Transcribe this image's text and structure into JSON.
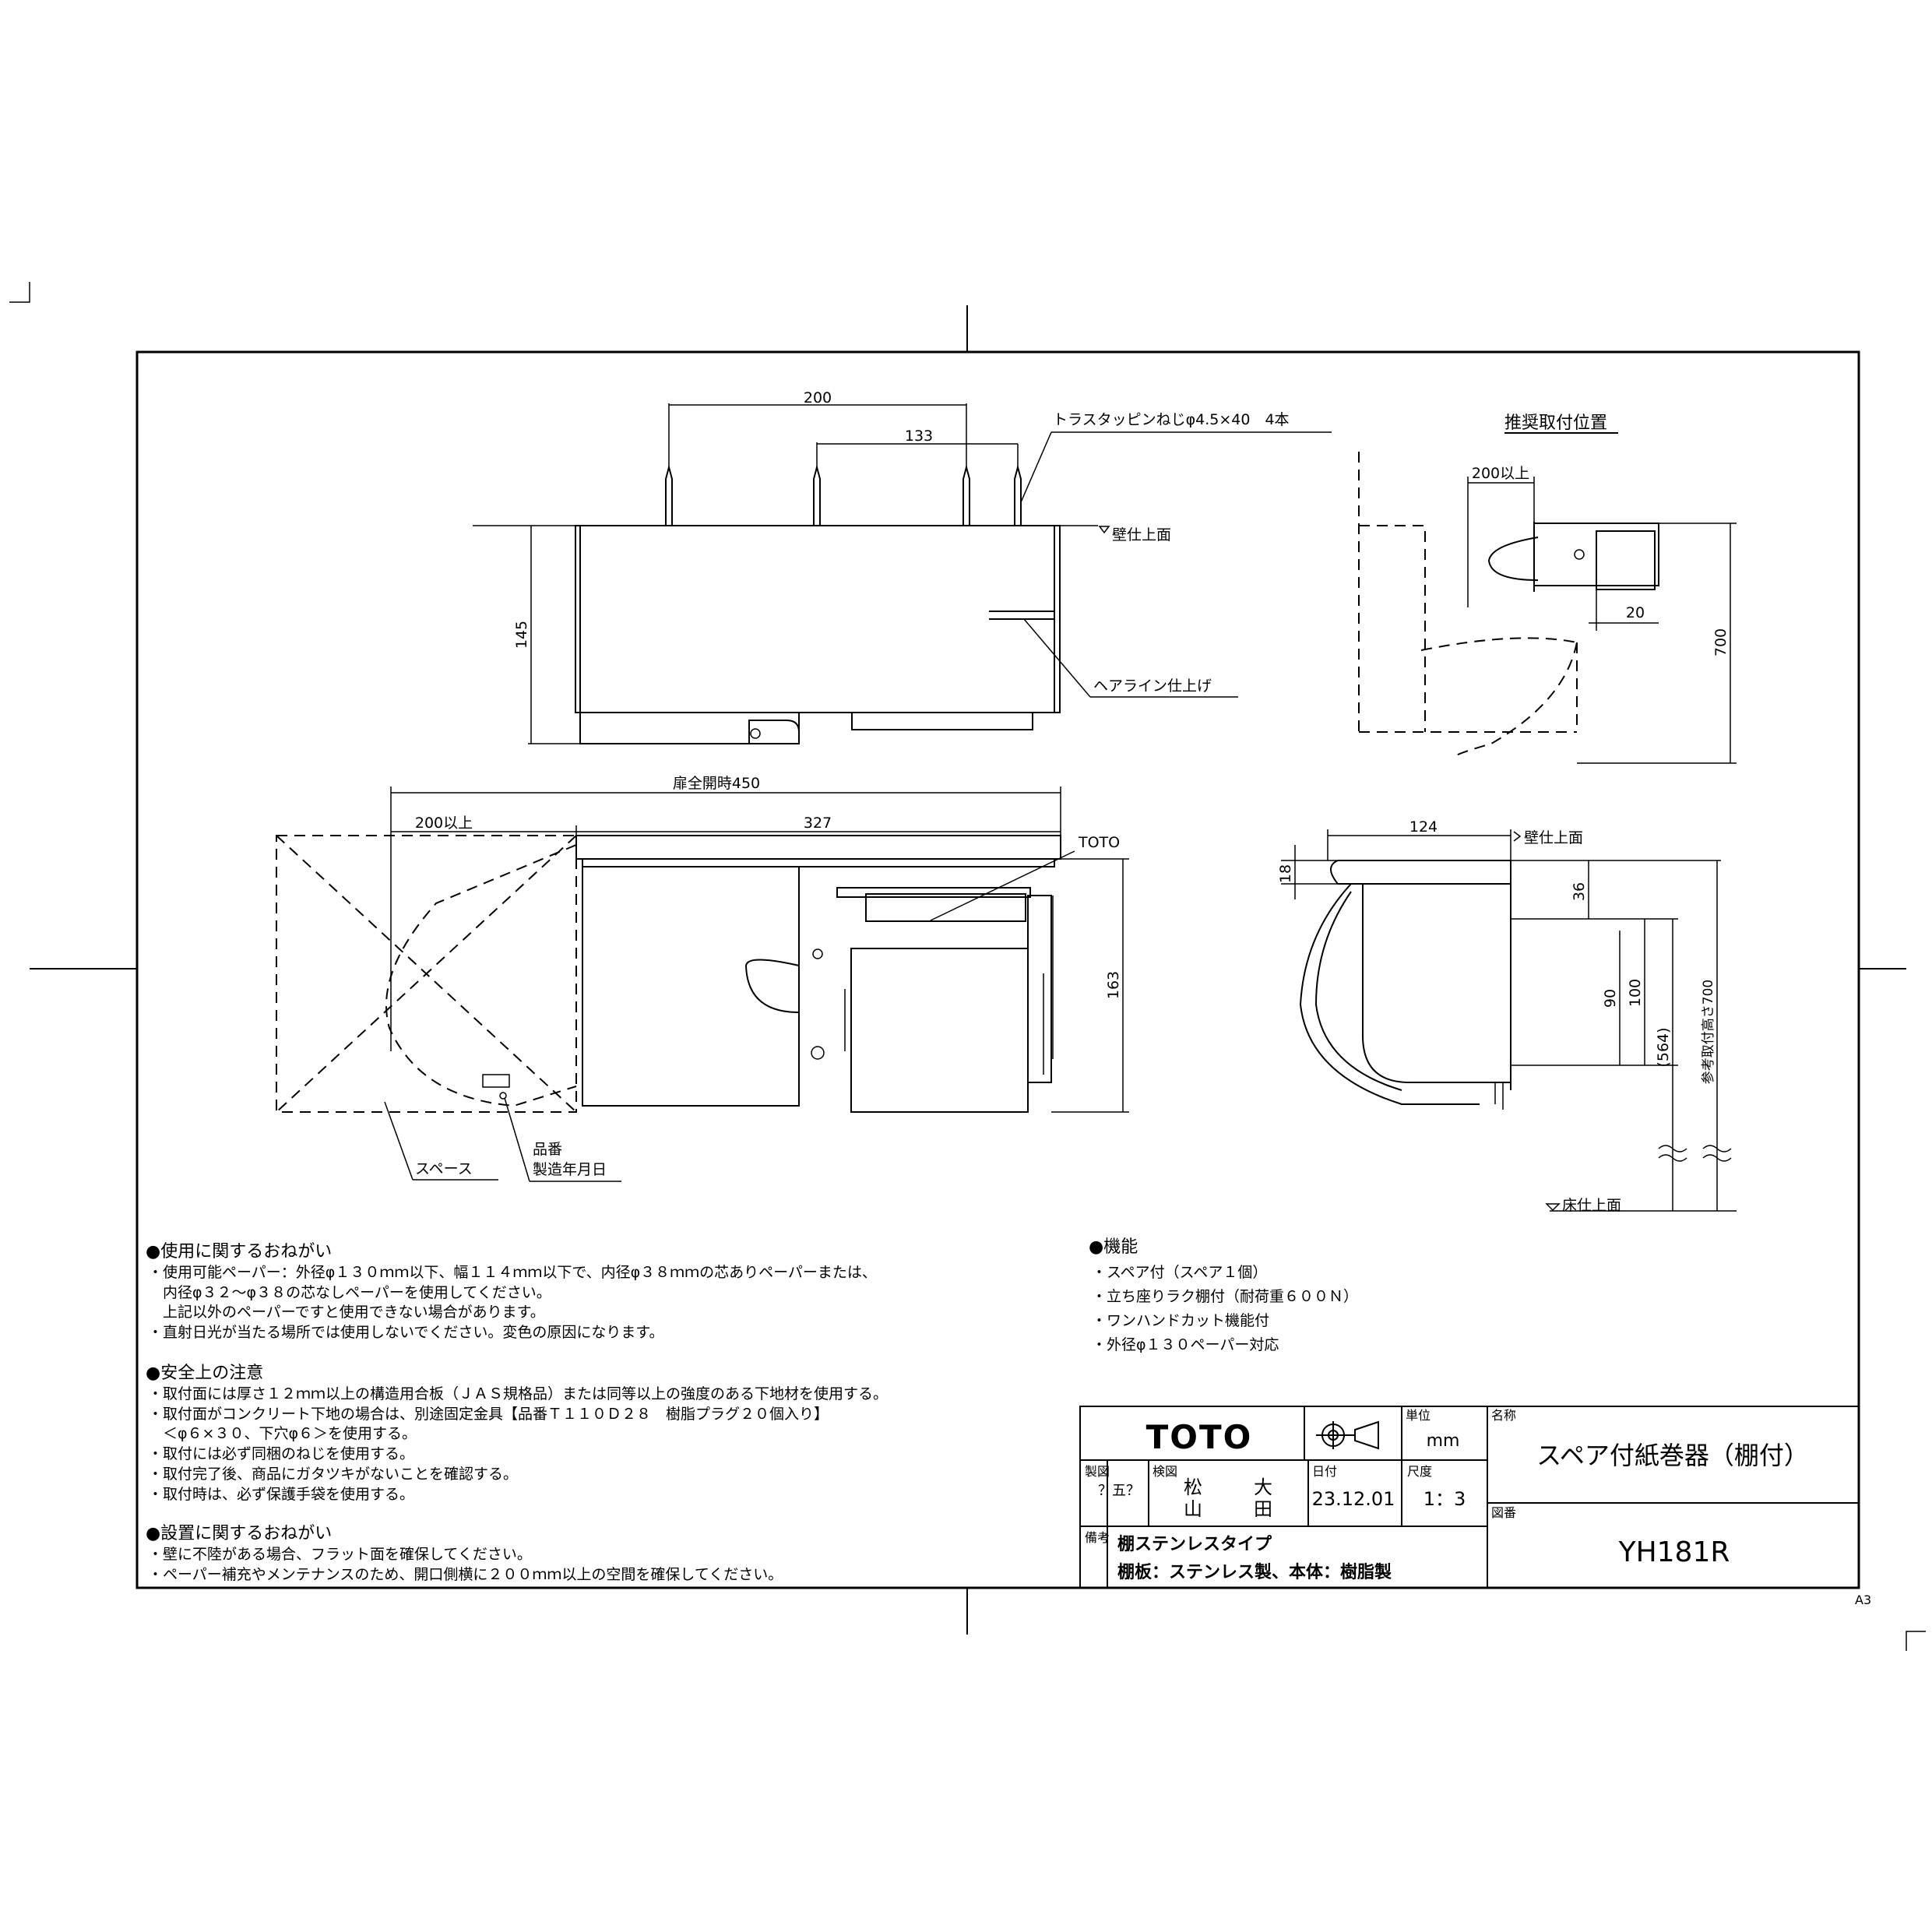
{
  "dims": {
    "top_200": "200",
    "top_133": "133",
    "h_145": "145",
    "door_450": "扉全開時450",
    "space_200": "200以上",
    "w_327": "327",
    "h_163": "163",
    "s_124": "124",
    "s_18": "18",
    "s_36": "36",
    "s_90": "90",
    "s_100": "100",
    "s_564": "(564)",
    "s_700ref": "参考取付高さ700",
    "r_200": "200以上",
    "r_20": "20",
    "r_700": "700"
  },
  "labels": {
    "screw": "トラスタッピンねじφ4.5×40　4本",
    "wall_top": "壁仕上面",
    "hairline": "ヘアライン仕上げ",
    "toto_mark": "TOTO",
    "space": "スペース",
    "part_no": "品番",
    "mfg_date": "製造年月日",
    "side_wall": "壁仕上面",
    "floor": "床仕上面",
    "recommended": "推奨取付位置"
  },
  "notes": {
    "usage_title": "●使用に関するおねがい",
    "usage": [
      "・使用可能ペーパー：外径φ１３０ｍｍ以下、幅１１４ｍｍ以下で、内径φ３８ｍｍの芯ありペーパーまたは、",
      "　内径φ３２～φ３８の芯なしペーパーを使用してください。",
      "　上記以外のペーパーですと使用できない場合があります。",
      "・直射日光が当たる場所では使用しないでください。変色の原因になります。"
    ],
    "safety_title": "●安全上の注意",
    "safety": [
      "・取付面には厚さ１２ｍｍ以上の構造用合板（ＪＡＳ規格品）または同等以上の強度のある下地材を使用する。",
      "・取付面がコンクリート下地の場合は、別途固定金具【品番Ｔ１１０Ｄ２８　樹脂プラグ２０個入り】",
      "　＜φ６×３０、下穴φ６＞を使用する。",
      "・取付には必ず同梱のねじを使用する。",
      "・取付完了後、商品にガタツキがないことを確認する。",
      "・取付時は、必ず保護手袋を使用する。"
    ],
    "install_title": "●設置に関するおねがい",
    "install": [
      "・壁に不陸がある場合、フラット面を確保してください。",
      "・ペーパー補充やメンテナンスのため、開口側横に２００ｍｍ以上の空間を確保してください。"
    ],
    "func_title": "●機能",
    "func": [
      "・スペア付（スペア１個）",
      "・立ち座りラク棚付（耐荷重６００Ｎ）",
      "・ワンハンドカット機能付",
      "・外径φ１３０ペーパー対応"
    ]
  },
  "title_block": {
    "logo": "TOTO",
    "unit_label": "単位",
    "unit": "mm",
    "name_label": "名称",
    "name": "スペア付紙巻器（棚付）",
    "drawn_label": "製図",
    "drawn": "？五？",
    "check_label": "検図",
    "checker1a": "松",
    "checker1b": "大",
    "checker2a": "山",
    "checker2b": "田",
    "date_label": "日付",
    "date": "23.12.01",
    "scale_label": "尺度",
    "scale": "1：3",
    "dwg_label": "図番",
    "dwg_no": "YH181R",
    "remarks_label": "備考",
    "remark1": "棚ステンレスタイプ",
    "remark2": "棚板：ステンレス製、本体：樹脂製"
  },
  "sheet_size": "A3"
}
